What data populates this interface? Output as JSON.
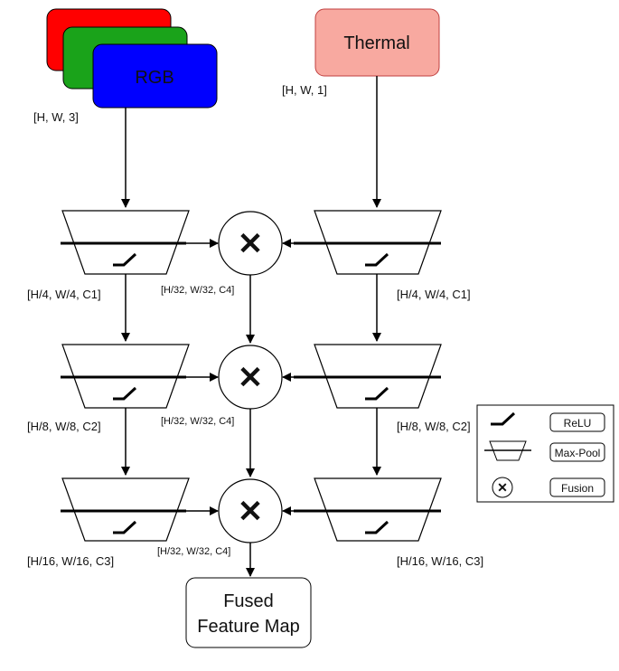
{
  "inputs": {
    "rgb": {
      "label": "RGB",
      "shape": "[H, W, 3]",
      "colors": [
        "#ff0000",
        "#1aa31a",
        "#0000ff"
      ]
    },
    "thermal": {
      "label": "Thermal",
      "shape": "[H, W, 1]",
      "color": "#f8a9a0"
    }
  },
  "left_branch": {
    "stage_labels": [
      "[H/4, W/4, C1]",
      "[H/8, W/8, C2]",
      "[H/16, W/16, C3]"
    ]
  },
  "right_branch": {
    "stage_labels": [
      "[H/4, W/4, C1]",
      "[H/8, W/8, C2]",
      "[H/16, W/16, C3]"
    ]
  },
  "fusion": {
    "symbol": "✕",
    "labels": [
      "[H/32, W/32, C4]",
      "[H/32, W/32, C4]",
      "[H/32, W/32, C4]"
    ]
  },
  "output": {
    "line1": "Fused",
    "line2": "Feature Map"
  },
  "legend": {
    "items": [
      {
        "icon": "relu-icon",
        "label": "ReLU"
      },
      {
        "icon": "max-pool-icon",
        "label": "Max-Pool"
      },
      {
        "icon": "fusion-icon",
        "label": "Fusion"
      }
    ]
  }
}
